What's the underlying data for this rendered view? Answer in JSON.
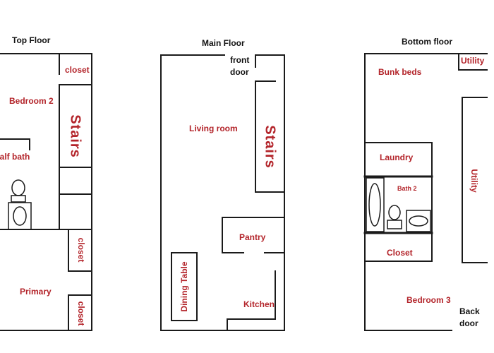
{
  "floors": {
    "top": {
      "title": "Top Floor",
      "closet_top": "closet",
      "bedroom": "Bedroom 2",
      "stairs": "Stairs",
      "half_bath": "Half bath",
      "closet_mid": "closet",
      "primary": "Primary",
      "closet_bottom": "closet"
    },
    "main": {
      "title": "Main Floor",
      "front_door_1": "front",
      "front_door_2": "door",
      "living": "Living room",
      "stairs": "Stairs",
      "pantry": "Pantry",
      "dining": "Dining Table",
      "kitchen": "Kitchen"
    },
    "bottom": {
      "title": "Bottom floor",
      "bunk": "Bunk beds",
      "utility_small": "Utility",
      "laundry": "Laundry",
      "bath": "Bath 2",
      "utility_tall": "Utility",
      "closet": "Closet",
      "bedroom": "Bedroom 3",
      "back_door_1": "Back",
      "back_door_2": "door"
    }
  },
  "colors": {
    "label": "#b3242a",
    "wall": "#1a1a1a"
  }
}
